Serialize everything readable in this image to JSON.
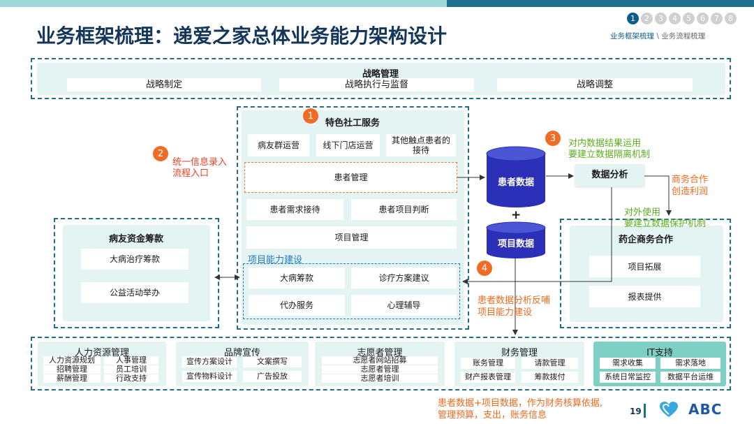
{
  "header": {
    "title": "业务框架梳理：递爱之家总体业务能力架构设计",
    "steps": [
      "1",
      "2",
      "3",
      "4",
      "5",
      "6",
      "7",
      "8"
    ],
    "breadcrumb_active": "业务框架梳理",
    "breadcrumb_sep": "\\",
    "breadcrumb_next": "业务流程梳理"
  },
  "strategy": {
    "title": "战略管理",
    "items": [
      "战略制定",
      "战略执行与监督",
      "战略调整"
    ]
  },
  "social": {
    "num": "1",
    "title": "特色社工服务",
    "row1": [
      "病友群运营",
      "线下门店运营",
      "其他触点患者的接待"
    ],
    "patient_mgmt": "患者管理",
    "row3": [
      "患者需求接待",
      "患者项目判断"
    ],
    "project_mgmt": "项目管理",
    "capability_label": "项目能力建设",
    "cap": [
      "大病筹款",
      "诊疗方案建议",
      "代办服务",
      "心理辅导"
    ]
  },
  "fund": {
    "title": "病友资金筹款",
    "items": [
      "大病治疗筹款",
      "公益活动举办"
    ]
  },
  "note2": {
    "num": "2",
    "text1": "统一信息录入",
    "text2": "流程入口"
  },
  "db": {
    "patient": "患者数据",
    "plus": "+",
    "project": "项目数据"
  },
  "note3": {
    "num": "3",
    "text1": "对内数据结果运用",
    "text2": "要建立数据隔离机制"
  },
  "analysis": {
    "title": "数据分析"
  },
  "biz_note": {
    "text1": "商务合作",
    "text2": "创造利润"
  },
  "outside_note": {
    "text1": "对外使用",
    "text2": "要建立数据保护机制"
  },
  "pharma": {
    "title": "药企商务合作",
    "items": [
      "项目拓展",
      "报表提供"
    ]
  },
  "note4": {
    "num": "4",
    "text1": "患者数据分析反哺",
    "text2": "项目能力建设"
  },
  "bottom": {
    "hr": {
      "title": "人力资源管理",
      "items": [
        "人力资源规划",
        "人事管理",
        "招聘管理",
        "员工培训",
        "薪酬管理",
        "行政支持"
      ]
    },
    "brand": {
      "title": "品牌宣传",
      "items": [
        "宣传方案设计",
        "文案撰写",
        "宣传物料设计",
        "广告投放"
      ]
    },
    "vol": {
      "title": "志愿者管理",
      "items": [
        "志愿者网站招募",
        "志愿者管理",
        "志愿者培训"
      ]
    },
    "fin": {
      "title": "财务管理",
      "items": [
        "账务管理",
        "请款管理",
        "财产报表管理",
        "筹款拨付"
      ]
    },
    "it": {
      "title": "IT支持",
      "items": [
        "需求收集",
        "需求落地",
        "系统日常监控",
        "数据平台运维"
      ]
    }
  },
  "footer_note": {
    "text1": "患者数据+项目数据，作为财务核算依据,",
    "text2": "管理预算，支出，账务信息"
  },
  "page": "19",
  "logo": "ABC",
  "colors": {
    "title": "#13365a",
    "dash": "#1e6f8e",
    "panel": "#e3f4f3",
    "cylinder": "#2c2fb8",
    "orange": "#f26b24",
    "green": "#5bae1e"
  }
}
